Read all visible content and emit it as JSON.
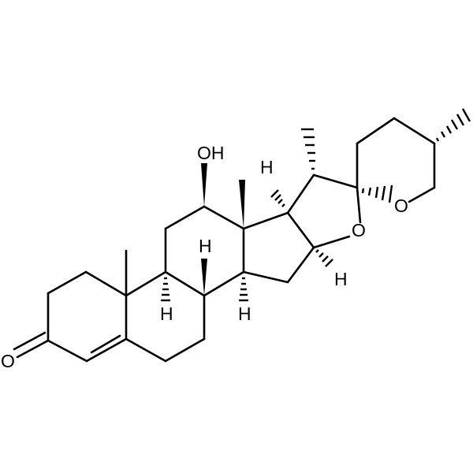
{
  "molecule": {
    "atom_labels": {
      "hydroxyl": "OH",
      "ketone_oxygen": "O",
      "furan_oxygen": "O",
      "pyran_oxygen": "O",
      "hydrogen": "H"
    }
  }
}
